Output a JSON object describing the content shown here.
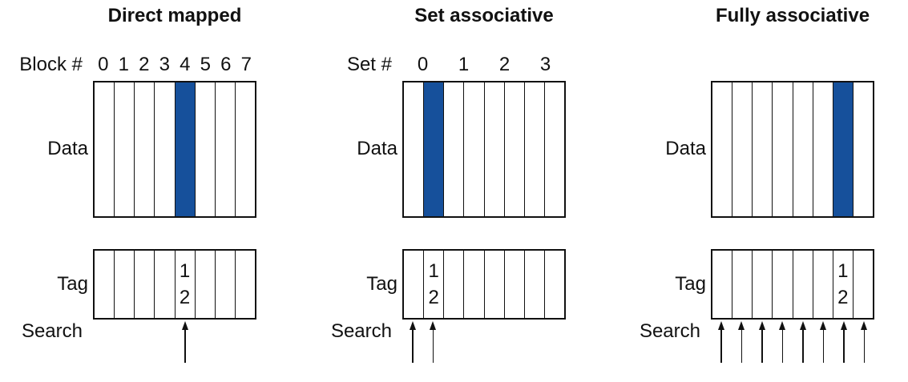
{
  "figure": {
    "background": "#ffffff",
    "line_color": "#111111",
    "highlight_color": "#16509b"
  },
  "panels": [
    {
      "title": "Direct mapped",
      "index_label": "Block #",
      "index_numbers": [
        "0",
        "1",
        "2",
        "3",
        "4",
        "5",
        "6",
        "7"
      ],
      "cell_count": 8,
      "data_label": "Data",
      "tag_label": "Tag",
      "search_label": "Search",
      "highlighted_block": 4,
      "tag_cell": 4,
      "tag_value_lines": [
        "1",
        "2"
      ],
      "search_arrows": [
        4
      ]
    },
    {
      "title": "Set associative",
      "index_label": "Set #",
      "index_numbers": [
        "0",
        "1",
        "2",
        "3"
      ],
      "cell_count": 8,
      "data_label": "Data",
      "tag_label": "Tag",
      "search_label": "Search",
      "highlighted_block": 1,
      "tag_cell": 1,
      "tag_value_lines": [
        "1",
        "2"
      ],
      "search_arrows": [
        0,
        1
      ]
    },
    {
      "title": "Fully associative",
      "index_label": "",
      "index_numbers": [],
      "cell_count": 8,
      "data_label": "Data",
      "tag_label": "Tag",
      "search_label": "Search",
      "highlighted_block": 6,
      "tag_cell": 6,
      "tag_value_lines": [
        "1",
        "2"
      ],
      "search_arrows": [
        0,
        1,
        2,
        3,
        4,
        5,
        6,
        7
      ]
    }
  ]
}
